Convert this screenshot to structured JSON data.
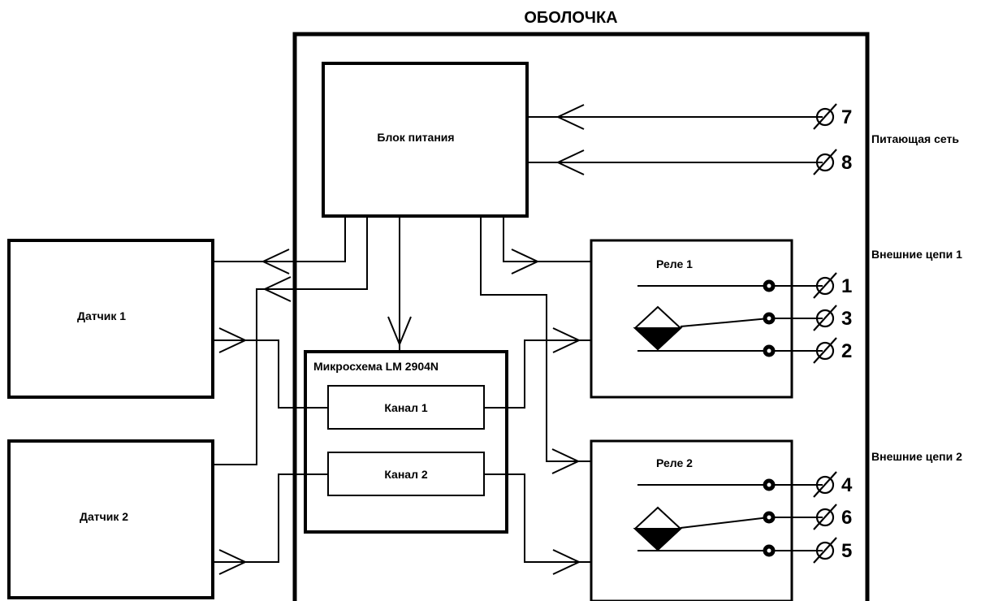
{
  "title": "ОБОЛОЧКА",
  "blocks": {
    "power_supply": "Блок питания",
    "sensor1": "Датчик 1",
    "sensor2": "Датчик 2",
    "chip": "Микросхема LM  2904N",
    "channel1": "Канал 1",
    "channel2": "Канал 2",
    "relay1": "Реле 1",
    "relay2": "Реле 2"
  },
  "side_labels": {
    "mains": "Питающая сеть",
    "external1": "Внешние цепи 1",
    "external2": "Внешние цепи 2"
  },
  "terminals": {
    "t7": "7",
    "t8": "8",
    "t1": "1",
    "t3": "3",
    "t2": "2",
    "t4": "4",
    "t6": "6",
    "t5": "5"
  }
}
